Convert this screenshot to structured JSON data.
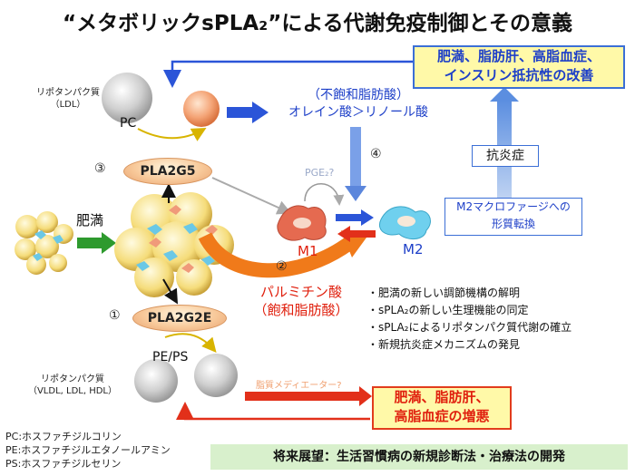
{
  "title": "“メタボリックsPLA₂”による代謝免疫制御とその意義",
  "top_right_box": {
    "line1": "肥満、脂肪肝、高脂血症、",
    "line2": "インスリン抵抗性の改善"
  },
  "lipoprotein_top": {
    "line1": "リポタンパク質",
    "line2": "（LDL）"
  },
  "pc_label": "PC",
  "fatty_acid": {
    "line1": "（不飽和脂肪酸）",
    "line2": "オレイン酸＞リノール酸"
  },
  "step3": "③",
  "pla2g5": "PLA2G5",
  "pge2": "PGE₂?",
  "step4": "④",
  "anti_inflammation": "抗炎症",
  "obesity": "肥満",
  "m1": "M1",
  "m2": "M2",
  "m2_shift": {
    "line1": "M2マクロファージへの",
    "line2": "形質転換"
  },
  "step2": "②",
  "palmitic": {
    "line1": "パルミチン酸",
    "line2": "（飽和脂肪酸）"
  },
  "step1": "①",
  "pla2g2e": "PLA2G2E",
  "bullets": [
    "・肥満の新しい調節機構の解明",
    "・sPLA₂の新しい生理機能の同定",
    "・sPLA₂によるリポタンパク質代謝の確立",
    "・新規抗炎症メカニズムの発見"
  ],
  "pe_ps": "PE/PS",
  "lipoprotein_bottom": {
    "line1": "リポタンパク質",
    "line2": "（VLDL, LDL, HDL）"
  },
  "lipid_mediator": "脂質メディエーター?",
  "bottom_red_box": {
    "line1": "肥満、脂肪肝、",
    "line2": "高脂血症の増悪"
  },
  "legend": [
    "PC:ホスファチジルコリン",
    "PE:ホスファチジルエタノールアミン",
    "PS:ホスファチジルセリン"
  ],
  "future": "将来展望：生活習慣病の新規診断法・治療法の開発",
  "colors": {
    "blue": "#1d3fc8",
    "red": "#e0200e",
    "orange": "#f07a1a",
    "green": "#2e9a2e"
  }
}
